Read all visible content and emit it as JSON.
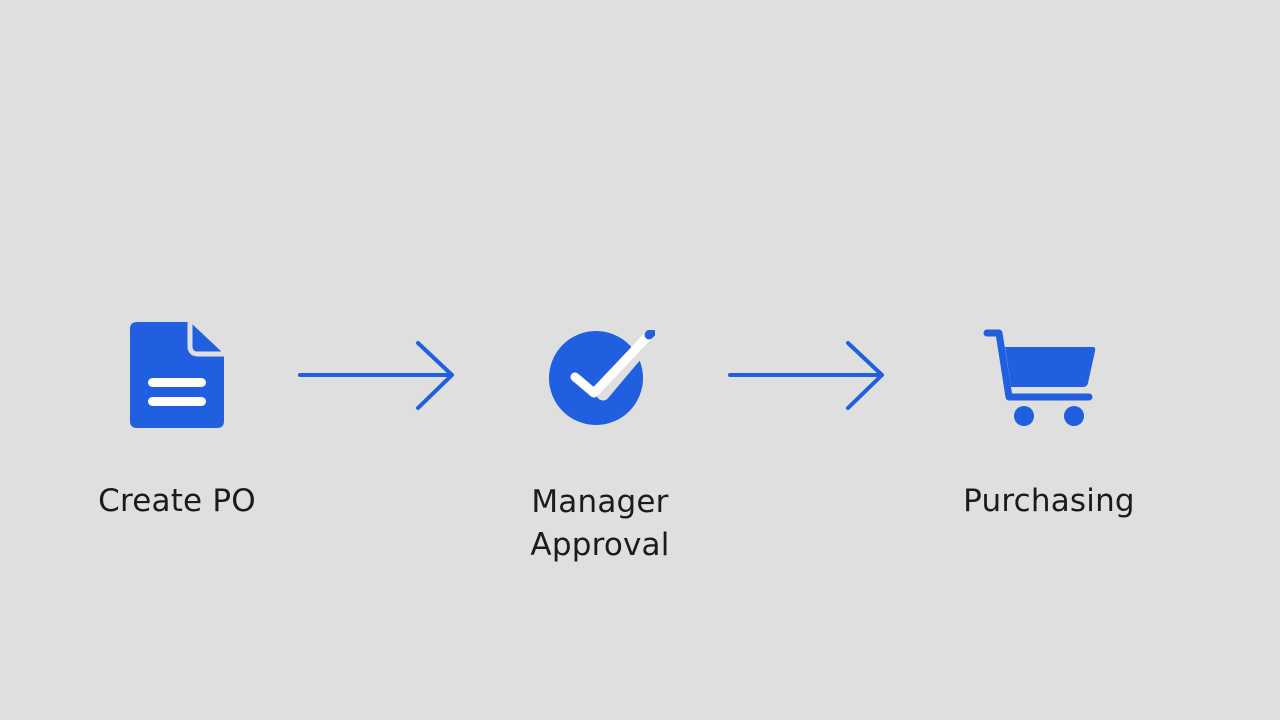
{
  "diagram": {
    "accent_color": "#1f5fe0",
    "background_color": "#dfdfdf",
    "steps": [
      {
        "icon": "document-icon",
        "label": "Create PO"
      },
      {
        "icon": "check-circle-icon",
        "label_lines": [
          "Manager",
          "Approval"
        ]
      },
      {
        "icon": "shopping-cart-icon",
        "label": "Purchasing"
      }
    ],
    "connectors": [
      {
        "icon": "arrow-right-icon"
      },
      {
        "icon": "arrow-right-icon"
      }
    ]
  }
}
